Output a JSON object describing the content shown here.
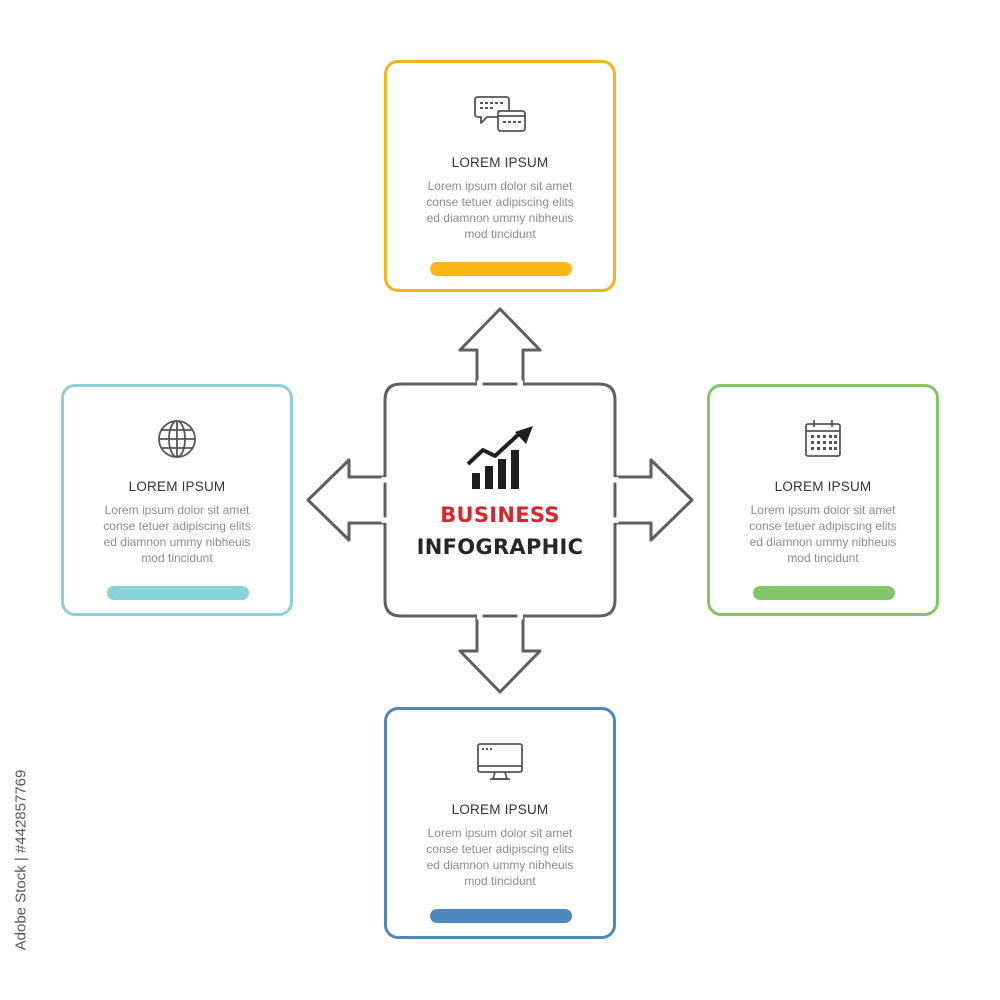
{
  "center": {
    "title": "BUSINESS",
    "subtitle": "INFOGRAPHIC",
    "icon": "growth-chart-icon"
  },
  "cards": {
    "top": {
      "title": "LOREM IPSUM",
      "lines": [
        "Lorem ipsum dolor sit amet",
        "conse tetuer adipiscing elits",
        "ed diamnon ummy nibheuis",
        "mod tincidunt"
      ],
      "icon": "chat-bubbles-icon",
      "color": "#fbb516"
    },
    "left": {
      "title": "LOREM IPSUM",
      "lines": [
        "Lorem ipsum dolor sit amet",
        "conse tetuer adipiscing elits",
        "ed diamnon ummy nibheuis",
        "mod tincidunt"
      ],
      "icon": "globe-icon",
      "color": "#8ad2da"
    },
    "right": {
      "title": "LOREM IPSUM",
      "lines": [
        "Lorem ipsum dolor sit amet",
        "conse tetuer adipiscing elits",
        "ed diamnon ummy nibheuis",
        "mod tincidunt"
      ],
      "icon": "calendar-icon",
      "color": "#84c46a"
    },
    "bottom": {
      "title": "LOREM IPSUM",
      "lines": [
        "Lorem ipsum dolor sit amet",
        "conse tetuer adipiscing elits",
        "ed diamnon ummy nibheuis",
        "mod tincidunt"
      ],
      "icon": "monitor-icon",
      "color": "#4f88bf"
    }
  },
  "watermark": {
    "id_text": "Adobe Stock | #442857769"
  }
}
